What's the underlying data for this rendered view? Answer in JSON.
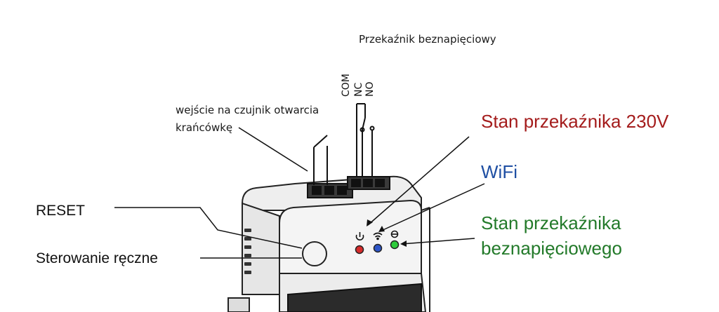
{
  "labels": {
    "relay_title": "Przekaźnik beznapięciowy",
    "input_line1": "wejście na czujnik otwarcia",
    "input_line2": "krańcówkę",
    "reset": "RESET",
    "manual": "Sterowanie ręczne",
    "relay230": "Stan przekaźnika 230V",
    "wifi": "WiFi",
    "dry_line1": "Stan przekaźnika",
    "dry_line2": "beznapięciowego"
  },
  "pins": {
    "com": "COM",
    "nc": "NC",
    "no": "NO"
  },
  "colors": {
    "relay230": "#a41c1c",
    "wifi": "#1f4fa3",
    "dry": "#237a2a",
    "led_red": "#d62b2b",
    "led_blue": "#2d55c8",
    "led_green": "#2fcc3c"
  },
  "icons": [
    "power-icon",
    "wifi-icon",
    "relay-icon"
  ]
}
